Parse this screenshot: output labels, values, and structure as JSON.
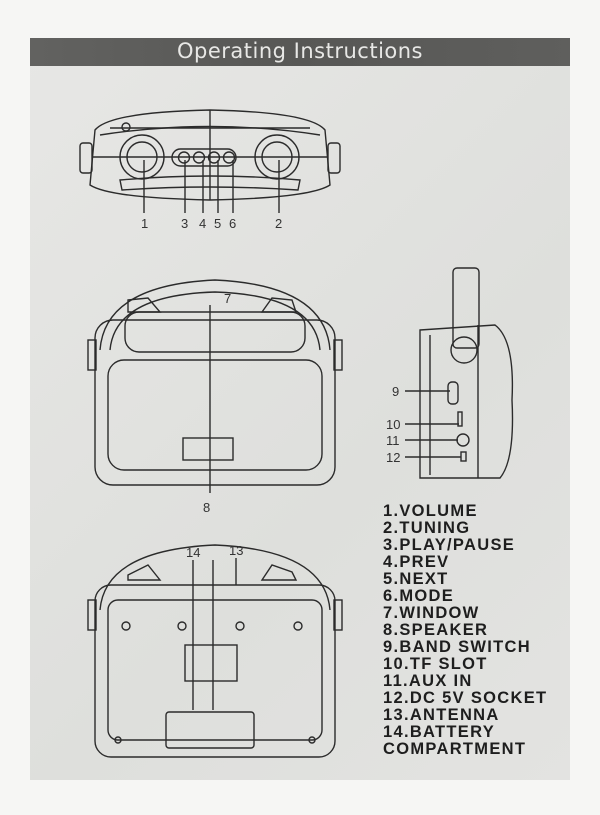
{
  "header": {
    "title": "Operating Instructions"
  },
  "callouts": {
    "top_view": [
      "1",
      "3",
      "4",
      "5",
      "6",
      "2"
    ],
    "front_view": [
      "7",
      "8"
    ],
    "side_view": [
      "9",
      "10",
      "11",
      "12"
    ],
    "back_view": [
      "14",
      "13"
    ]
  },
  "legend": [
    "1.VOLUME",
    "2.TUNING",
    "3.PLAY/PAUSE",
    "4.PREV",
    "5.NEXT",
    "6.MODE",
    "7.WINDOW",
    "8.SPEAKER",
    "9.BAND SWITCH",
    "10.TF SLOT",
    "11.AUX IN",
    "12.DC 5V SOCKET",
    "13.ANTENNA",
    "14.BATTERY",
    "COMPARTMENT"
  ]
}
